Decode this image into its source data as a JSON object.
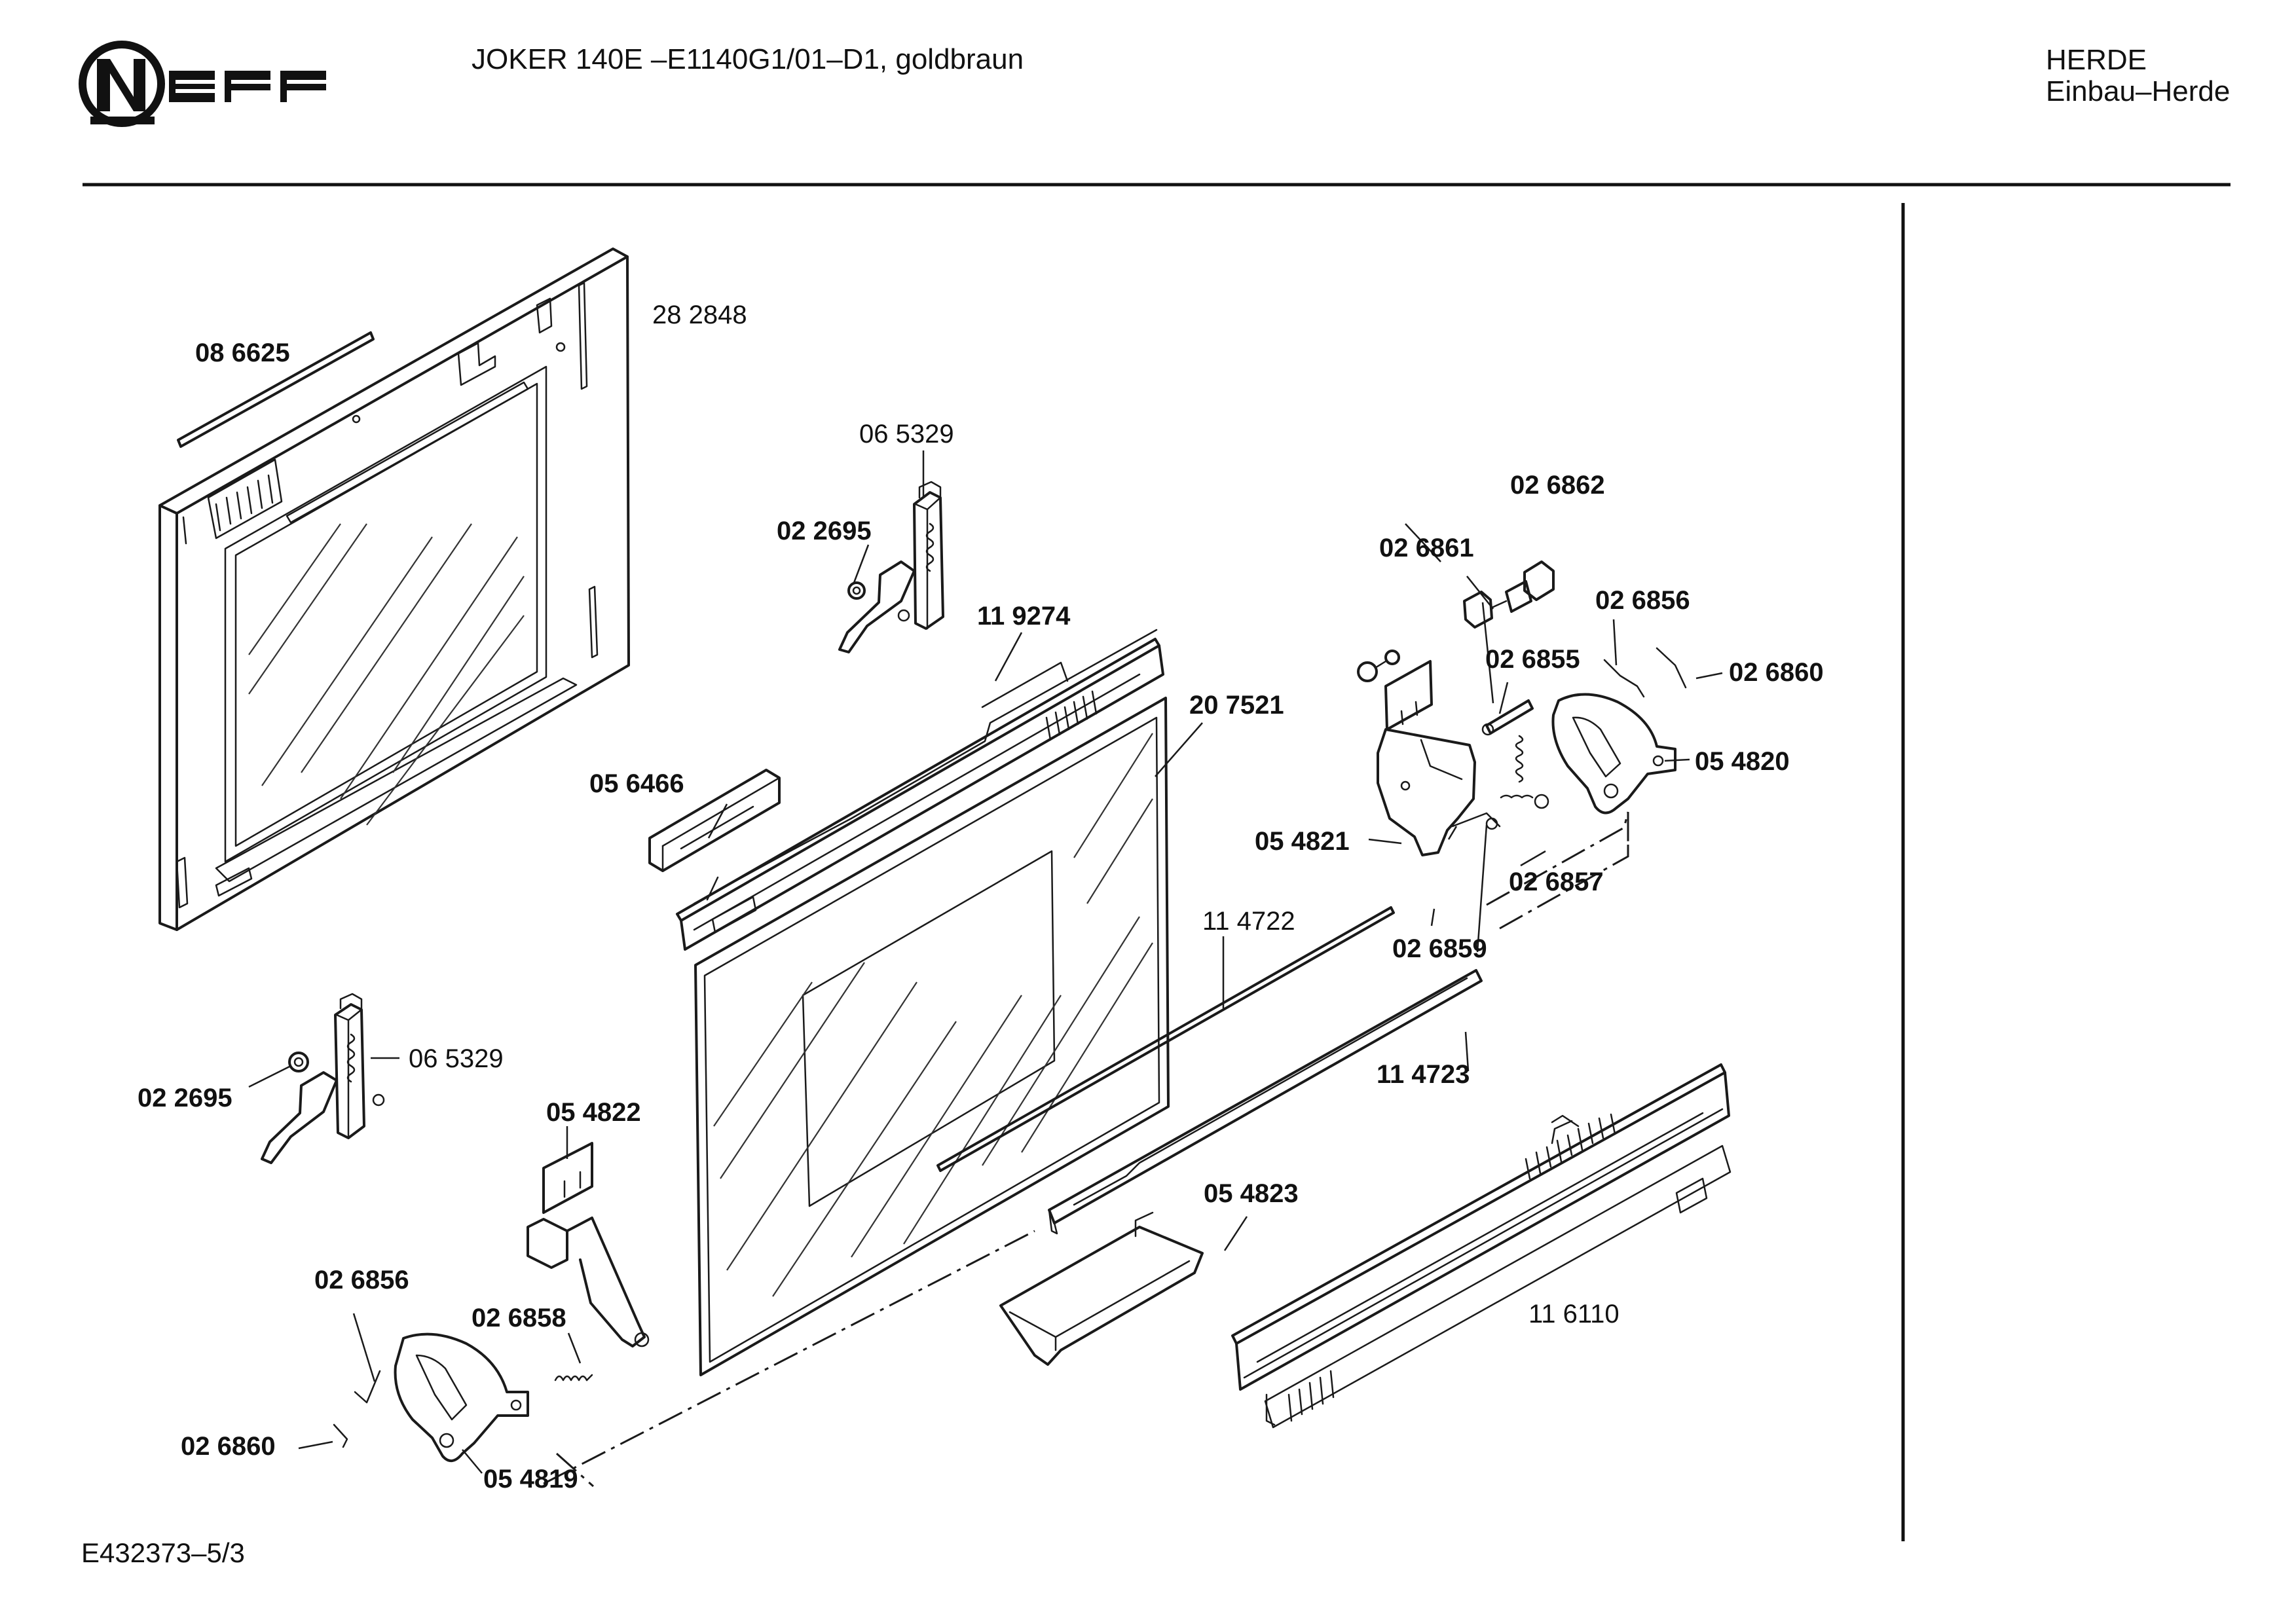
{
  "header": {
    "brand": "NEFF",
    "title": "JOKER 140E –E1140G1/01–D1, goldbraun",
    "category_line1": "HERDE",
    "category_line2": "Einbau–Herde"
  },
  "footer": {
    "drawing_code": "E432373–5/3"
  },
  "parts": {
    "p_086625": "08 6625",
    "p_282848": "28 2848",
    "p_065329_top": "06 5329",
    "p_022695_top": "02 2695",
    "p_119274": "11 9274",
    "p_026862": "02 6862",
    "p_026861": "02 6861",
    "p_026856_right": "02 6856",
    "p_026855": "02 6855",
    "p_026860_right": "02 6860",
    "p_207521": "20 7521",
    "p_056466": "05 6466",
    "p_054820": "05 4820",
    "p_054821": "05 4821",
    "p_026857": "02 6857",
    "p_114722": "11 4722",
    "p_026859": "02 6859",
    "p_114723": "11 4723",
    "p_065329_left": "06 5329",
    "p_022695_left": "02 2695",
    "p_054822": "05 4822",
    "p_054823": "05 4823",
    "p_026856_left": "02 6856",
    "p_026858": "02 6858",
    "p_116110": "11 6110",
    "p_026860_left": "02 6860",
    "p_054819": "05 4819"
  }
}
